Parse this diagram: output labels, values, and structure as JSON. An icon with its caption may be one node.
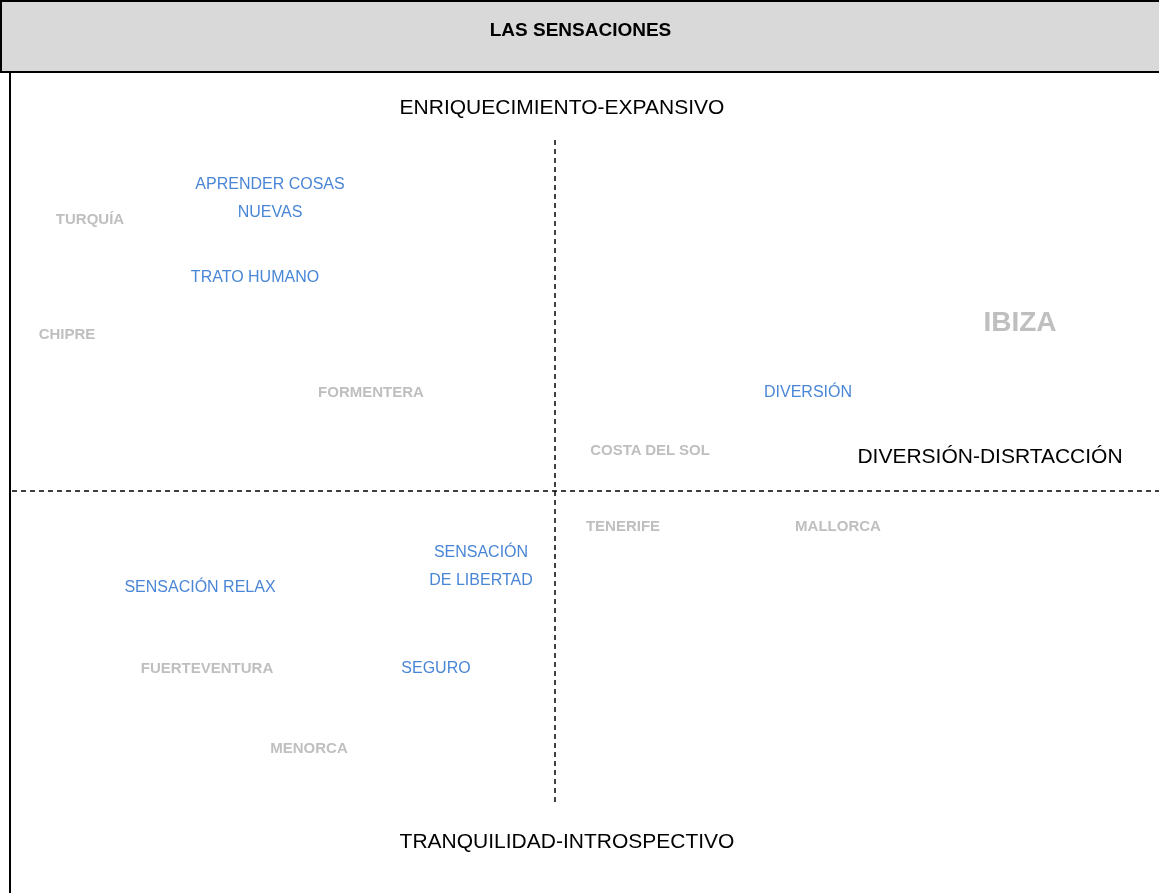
{
  "diagram": {
    "title": "LAS SENSACIONES",
    "labels": [
      "ENRIQUECIMIENTO-EXPANSIVO",
      "APRENDER COSAS NUEVAS",
      "TURQUÍA",
      "TRATO HUMANO",
      "IBIZA",
      "CHIPRE",
      "FORMENTERA",
      "DIVERSIÓN",
      "COSTA DEL SOL",
      "DIVERSIÓN-DISRTACCIÓN",
      "TENERIFE",
      "MALLORCA",
      "SENSACIÓN DE LIBERTAD",
      "SENSACIÓN RELAX",
      "FUERTEVENTURA",
      "SEGURO",
      "MENORCA",
      "TRANQUILIDAD-INTROSPECTIVO"
    ]
  }
}
